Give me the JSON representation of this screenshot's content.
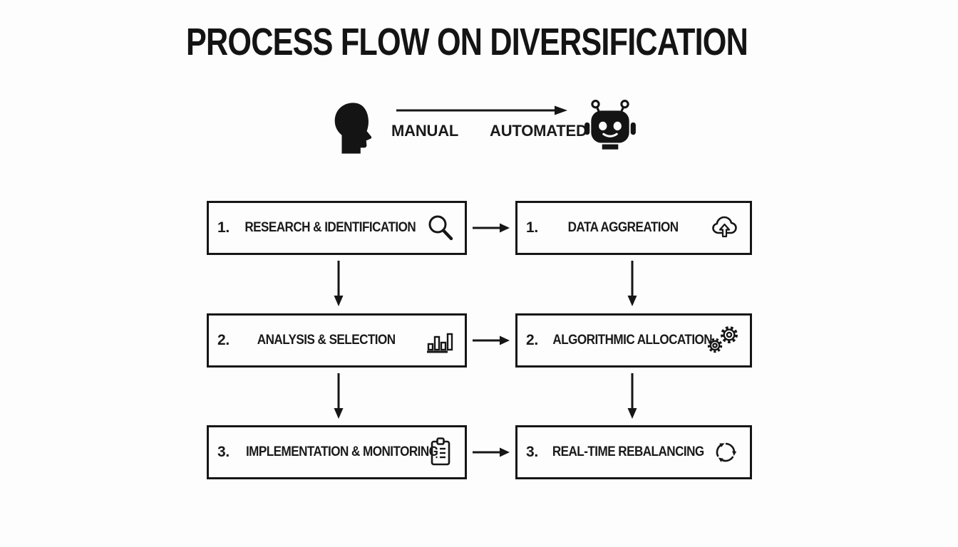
{
  "title": "PROCESS FLOW ON DIVERSIFICATION",
  "header": {
    "manual_label": "MANUAL",
    "automated_label": "AUTOMATED",
    "human_icon": "human-head-profile-icon",
    "robot_icon": "robot-head-icon",
    "arrow_icon": "right-arrow-icon"
  },
  "flow": {
    "manual_steps": [
      {
        "number": "1.",
        "label": "RESEARCH & IDENTIFICATION",
        "icon": "search-icon"
      },
      {
        "number": "2.",
        "label": "ANALYSIS & SELECTION",
        "icon": "bar-chart-icon"
      },
      {
        "number": "3.",
        "label": "IMPLEMENTATION & MONITORING",
        "icon": "clipboard-checklist-icon"
      }
    ],
    "automated_steps": [
      {
        "number": "1.",
        "label": "DATA AGGREATION",
        "icon": "cloud-upload-icon"
      },
      {
        "number": "2.",
        "label": "ALGORITHMIC ALLOCATION",
        "icon": "gears-icon"
      },
      {
        "number": "3.",
        "label": "REAL-TIME REBALANCING",
        "icon": "sync-arrows-icon"
      }
    ]
  },
  "colors": {
    "ink": "#1a1a1a",
    "background": "#fdfdfd"
  }
}
